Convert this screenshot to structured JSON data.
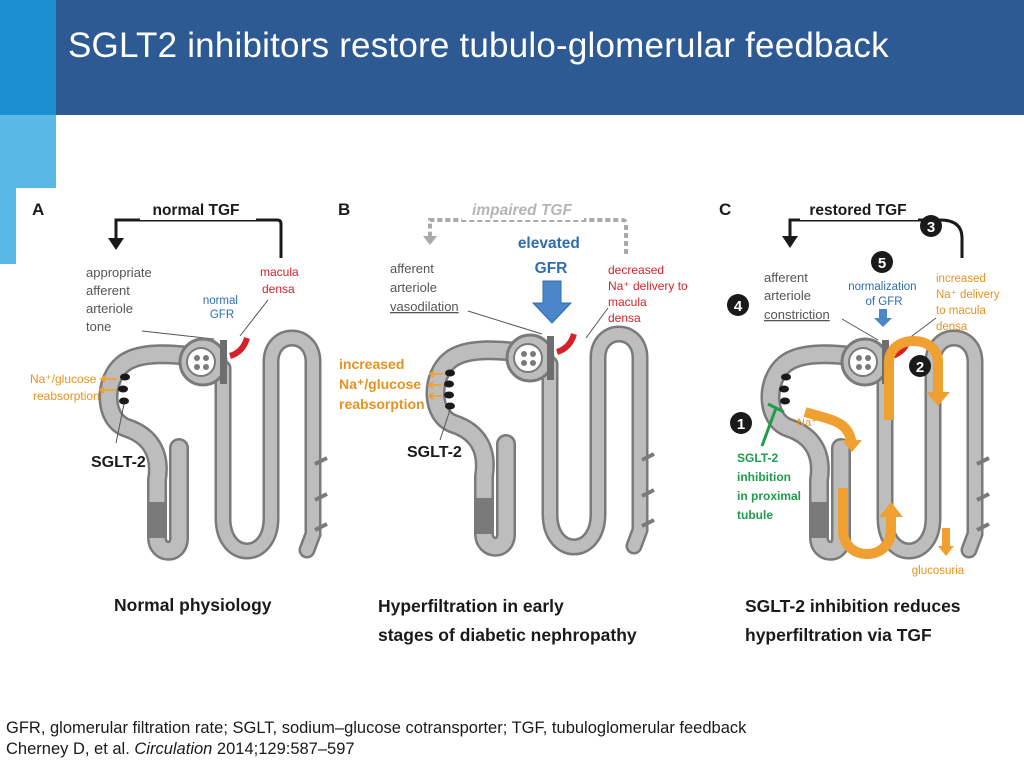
{
  "slide": {
    "title": "SGLT2 inhibitors restore tubulo-glomerular feedback"
  },
  "panel_a": {
    "letter": "A",
    "tgf": "normal TGF",
    "tone": [
      "appropriate",
      "afferent",
      "arteriole",
      "tone"
    ],
    "normal_gfr": [
      "normal",
      "GFR"
    ],
    "macula_densa": [
      "macula",
      "densa"
    ],
    "reabsorption": [
      "Na⁺/glucose",
      "reabsorption"
    ],
    "sglt2": "SGLT-2",
    "caption": [
      "Normal physiology"
    ]
  },
  "panel_b": {
    "letter": "B",
    "tgf": "impaired TGF",
    "elevated_gfr": [
      "elevated",
      "GFR"
    ],
    "vasodilation": [
      "afferent",
      "arteriole",
      "vasodilation"
    ],
    "decreased": [
      "decreased",
      "Na⁺ delivery to",
      "macula",
      "densa"
    ],
    "reabsorption": [
      "increased",
      "Na⁺/glucose",
      "reabsorption"
    ],
    "sglt2": "SGLT-2",
    "caption": [
      "Hyperfiltration in early",
      "stages of diabetic nephropathy"
    ]
  },
  "panel_c": {
    "letter": "C",
    "tgf": "restored TGF",
    "step3": "3",
    "step5": "5",
    "normalization": [
      "normalization",
      "of GFR"
    ],
    "step4": "4",
    "constriction": [
      "afferent",
      "arteriole",
      "constriction"
    ],
    "increased": [
      "increased",
      "Na⁺ delivery",
      "to macula",
      "densa"
    ],
    "step2": "2",
    "step1": "1",
    "na": "Na⁺",
    "inhibition": [
      "SGLT-2",
      "inhibition",
      "in proximal",
      "tubule"
    ],
    "glucosuria": "glucosuria",
    "caption": [
      "SGLT-2 inhibition reduces",
      "hyperfiltration via TGF"
    ]
  },
  "footer": {
    "abbrev": "GFR, glomerular filtration rate; SGLT, sodium–glucose cotransporter; TGF, tubuloglomerular feedback",
    "citation_authors": "Cherney D, et al. ",
    "citation_journal": "Circulation",
    "citation_rest": " 2014;129:587–597"
  },
  "colors": {
    "header": "#2e5a93",
    "accent_blue": "#1b8fd0",
    "accent_light": "#5ab8e6",
    "gfr_blue": "#2e6db4",
    "macula_red": "#d7212a",
    "orange": "#f0a030",
    "green": "#1e9e4a",
    "tubule_gray": "#bdbdbd"
  }
}
